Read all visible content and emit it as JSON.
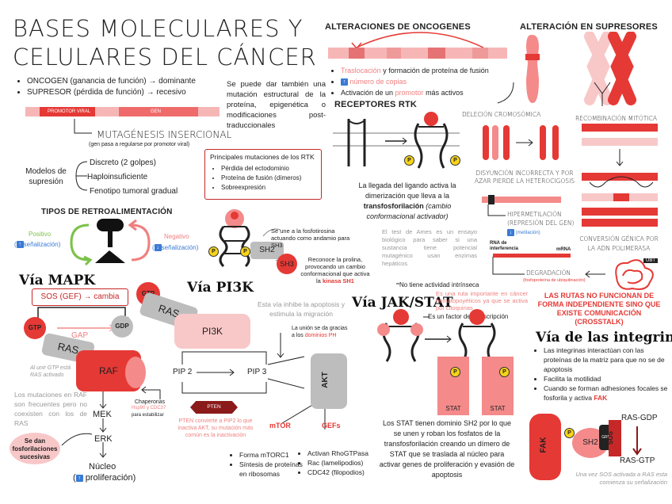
{
  "title": {
    "line1": "BASES MOLECULARES Y",
    "line2": "CELULARES DEL CÁNCER"
  },
  "intro": {
    "bullets": [
      "ONCOGEN (ganancia de función) → dominante",
      "SUPRESOR (pérdida de función) → recesivo"
    ],
    "side_text": "Se puede dar también una mutación estructural de la proteína, epigenética o modificaciones post-traduccionales",
    "bar_left_label": "PROMOTOR VIRAL",
    "bar_right_label": "GEN",
    "mutagenesis": "MUTAGÉNESIS INSERCIONAL",
    "mutagenesis_sub": "(gen pasa a regularse por promotor viral)"
  },
  "models": {
    "label": "Modelos de supresión",
    "items": [
      "Discreto (2 golpes)",
      "Haploinsuficiente",
      "Fenotipo tumoral gradual"
    ]
  },
  "feedback": {
    "title": "TIPOS DE RETROALIMENTACIÓN",
    "positive": "Positivo",
    "positive_sub": "señalización)",
    "negative": "Negativo",
    "negative_sub": "señalización)"
  },
  "rtk_box": {
    "title": "Principales mutaciones de los RTK",
    "items": [
      "Pérdida del ectodominio",
      "Proteína de fusión (dímeros)",
      "Sobreexpresión"
    ]
  },
  "sh_notes": {
    "sh2_note": "Se une a la fosfotirosina actuando como andamio para SH3",
    "sh3_note": "Reconoce la prolina, provocando un cambio conformacional que activa la",
    "sh3_note_bold": "kinasa SH1",
    "sh2": "SH2",
    "sh3": "SH3",
    "p": "P"
  },
  "oncogenes": {
    "title": "ALTERACIONES DE ONCOGENES",
    "bullet1_a": "Traslocación",
    "bullet1_b": " y formación de proteína de fusión",
    "bullet2_a": "número de copias",
    "bullet3_a": "Activación de un ",
    "bullet3_b": "promotor",
    "bullet3_c": " más activos"
  },
  "rtk": {
    "title": "RECEPTORES RTK",
    "text_a": "La llegada del ligando activa la dimerización que lleva a la ",
    "text_b": "transfosforilación",
    "text_c": " (cambio conformacional activador)"
  },
  "ames": "El test de Ames es un ensayo biológico para saber si una sustancia tiene potencial mutagénico usan enzimas hepáticos",
  "suppressors": {
    "title": "ALTERACIÓN EN SUPRESORES",
    "deletion": "DELECIÓN CROMOSÓMICA",
    "recombination": "RECOMBINACIÓN MITÓTICA",
    "disjunction": "DISYUNCIÓN INCORRECTA Y POR AZAR PIERDE LA HETEROCIGOSIS",
    "hypermethylation": "HIPERMETILACIÓN",
    "hypermethylation_sub": "(REPRESIÓN DEL GEN)",
    "conversion": "CONVERSIÓN GÉNICA POR LA ADN POLIMERASA",
    "rna_label": "RNA de interferencia",
    "mrna": "mRNA",
    "degradation": "DEGRADACIÓN",
    "degradation_sub": "(fosfoproteína de ubiquitinación)",
    "ubiq_sub": "(metilación)",
    "ubq": "UBT"
  },
  "crosstalk": "LAS RUTAS NO FUNCIONAN DE FORMA INDEPENDIENTE SINO QUE EXISTE COMUNICACIÓN (CROSSTALK)",
  "mapk": {
    "title": "Vía MAPK",
    "sos": "SOS (GEF) → cambia",
    "gtp": "GTP",
    "gdp": "GDP",
    "gap": "GAP",
    "ras": "RAS",
    "raf": "RAF",
    "ras_note": "Al unir GTP está RAS activado",
    "chaperones": "Chaperonas",
    "chaperones_sub": "Hsp90 y CDC37",
    "chaperones_sub2": "para estabilizar",
    "mek": "MEK",
    "erk": "ERK",
    "nucleus": "Núcleo",
    "proliferation": "proliferación)",
    "mut_note": "Los mutaciones en RAF son frecuentes pero no coexisten con los de RAS",
    "sequential": "Se dan fosforilaciones sucesivas"
  },
  "pi3k": {
    "title": "Vía PI3K",
    "inhibit": "Esta vía inhibe la apoptosis y estimula la migración",
    "gtp": "GTP",
    "ras": "RAS",
    "pi3k": "PI3K",
    "dominios_a": "La unión se da gracias a los ",
    "dominios_b": "dominios PH",
    "pip2": "PIP 2",
    "pip3": "PIP 3",
    "akt": "AKT",
    "pten": "PTEN",
    "pten_note": "PTEN convierte a PIP2 lo que inactiva AKT, su mutación más común es la inactivación",
    "mtor": "mTOR",
    "mtor_items": [
      "Forma mTORC1",
      "Síntesis de proteínas en ribosomas"
    ],
    "gefs": "GEFs",
    "gefs_items": [
      "Activan RhoGTPasa",
      "Rac (lamelipodios)",
      "CDC42 (filopodios)"
    ]
  },
  "jak": {
    "title": "Vía JAK/STAT",
    "no_activity": "No tiene actividad intrínseca",
    "route_note": "Es una ruta importante en cáncer hematopoyéticos ya que se activa por citoquinas",
    "factor": "Es un factor de transcripción",
    "stat": "STAT",
    "text": "Los STAT tienen dominio SH2 por lo que se unen y roban los fosfatos de la transfosforilación creando un dímero de STAT que se traslada al núcleo para activar genes de proliferación y evasión de apoptosis"
  },
  "integrins": {
    "title": "Vía de las integrinas",
    "items_a": "Las integrinas interactúan con las proteínas de la matriz para que no se de apoptosis",
    "items_b": "Facilita la motilidad",
    "items_c": "Cuando se forman adhesiones focales se fosforila y activa ",
    "items_c_bold": "FAK",
    "fak": "FAK",
    "sh2": "SH2",
    "sos": "SOS",
    "grb": "GRB2",
    "rasgdp": "RAS-GDP",
    "rasgtp": "RAS-GTP",
    "note": "Una vez SOS activada a RAS esta comienza su señalización"
  },
  "colors": {
    "accent": "#e53935",
    "light_red": "#f48a8a",
    "pale_red": "#f8c8c8",
    "grey": "#b5b5b5",
    "blue": "#3a7bd5",
    "green": "#7cc24a",
    "dark": "#2b2b2b"
  }
}
